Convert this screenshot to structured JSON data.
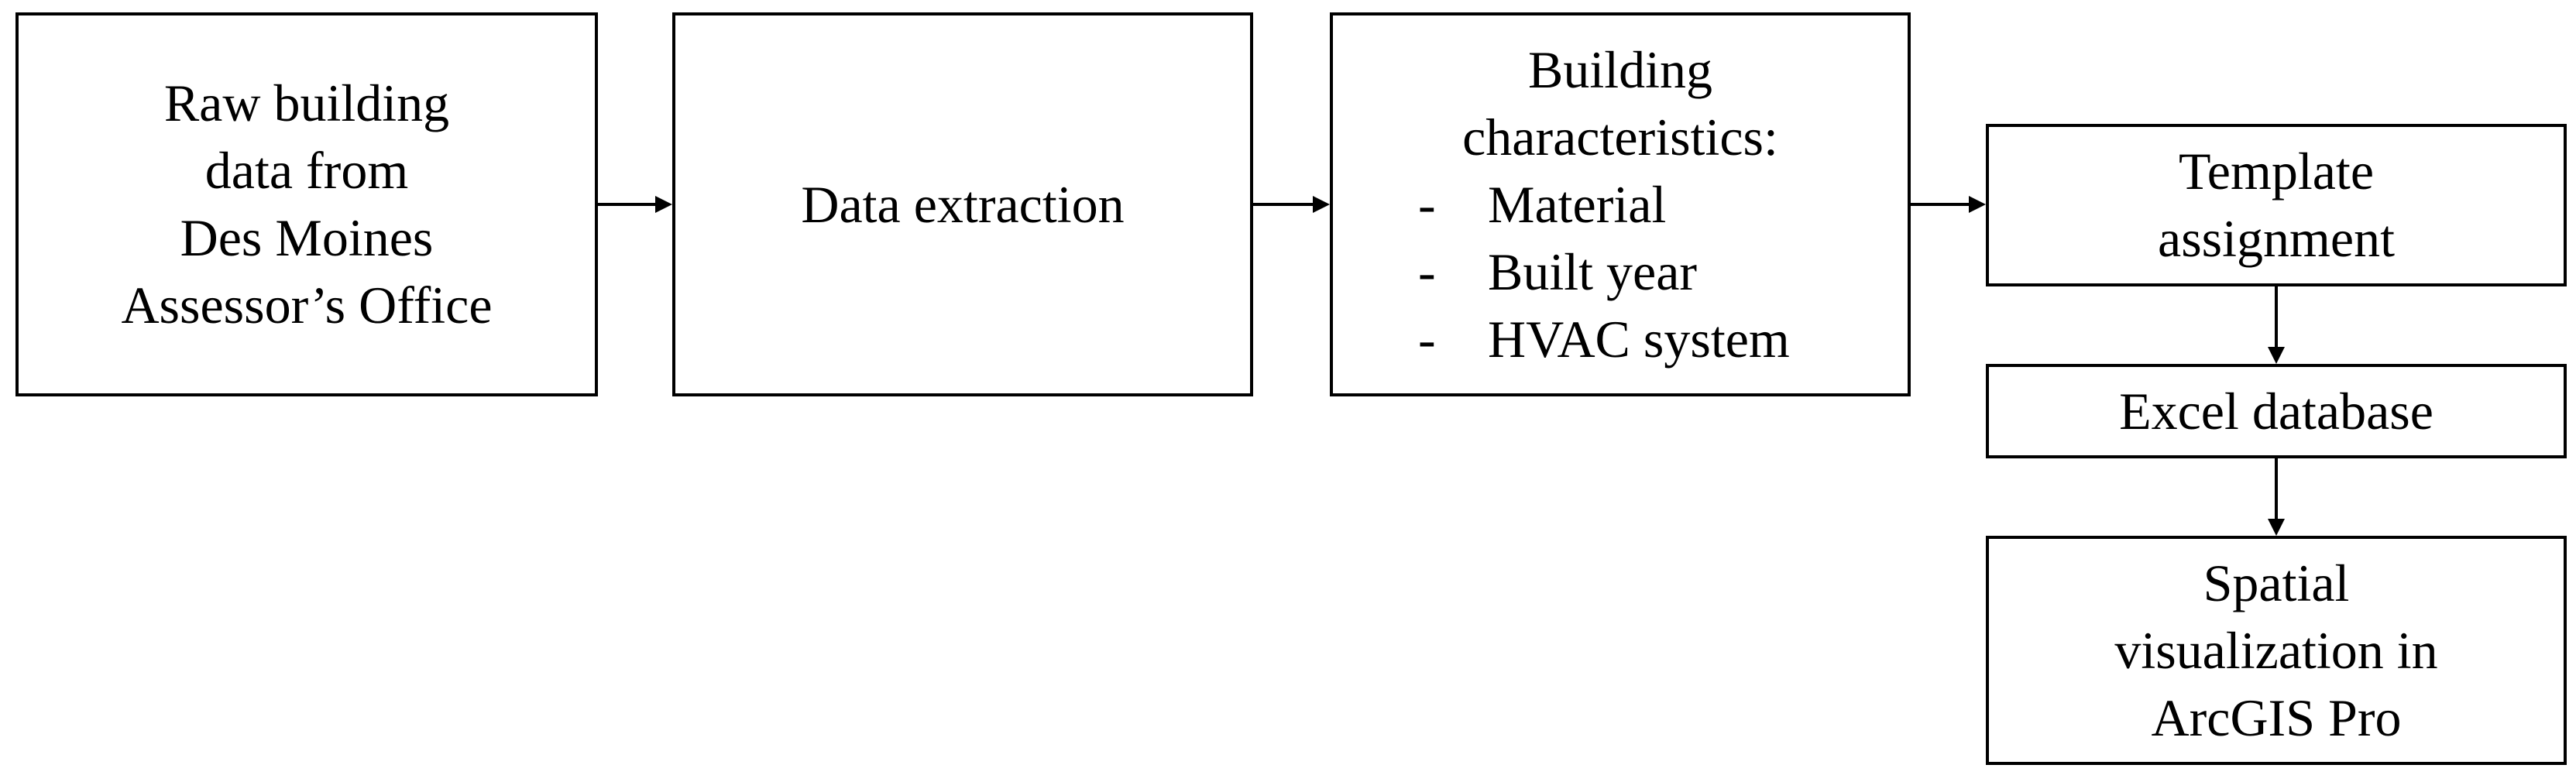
{
  "boxes": {
    "raw_data": {
      "lines": [
        "Raw building",
        "data from",
        "Des Moines",
        "Assessor’s Office"
      ]
    },
    "extraction": {
      "lines": [
        "Data extraction"
      ]
    },
    "characteristics": {
      "lines": [
        "Building",
        "characteristics:"
      ],
      "bullet": "-",
      "items": [
        "Material",
        "Built year",
        "HVAC system"
      ]
    },
    "template": {
      "lines": [
        "Template",
        "assignment"
      ]
    },
    "excel": {
      "lines": [
        "Excel database"
      ]
    },
    "spatial": {
      "lines": [
        "Spatial",
        "visualization in",
        "ArcGIS Pro"
      ]
    }
  }
}
